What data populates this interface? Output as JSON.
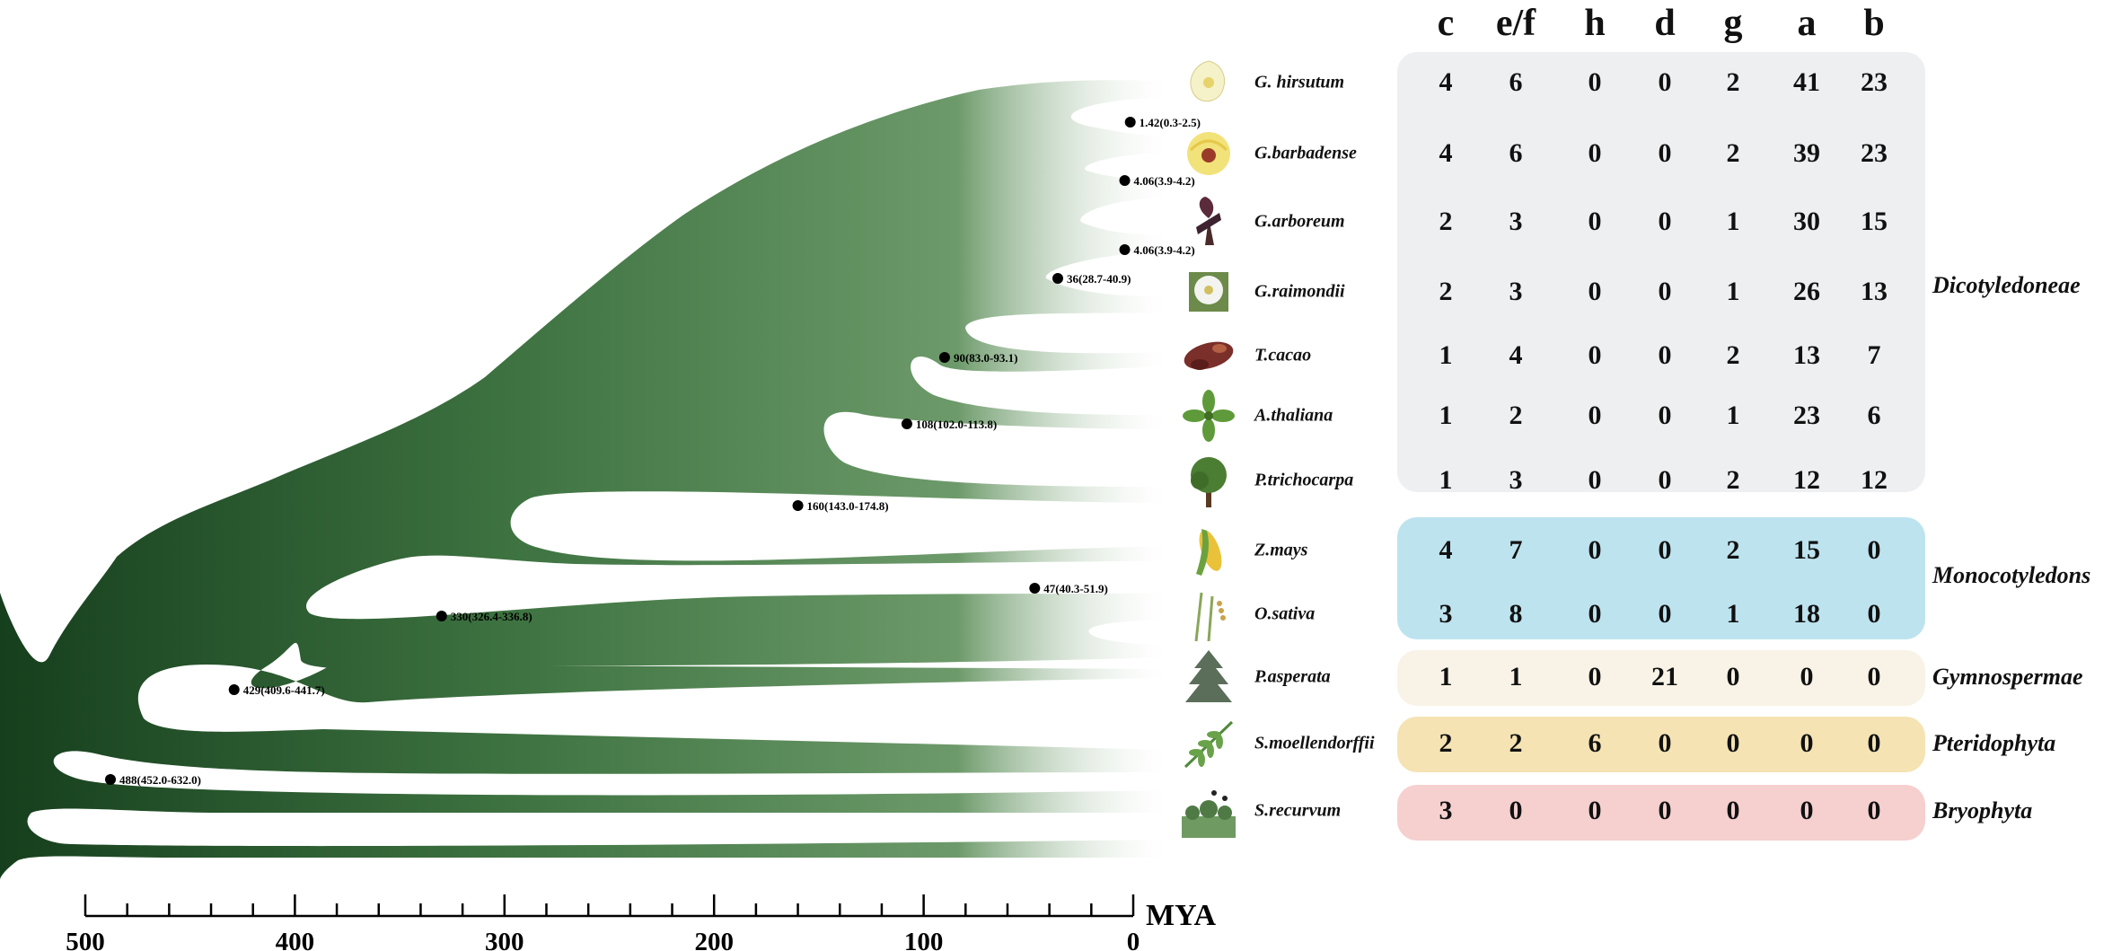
{
  "axis": {
    "unit": "MYA",
    "ticks": [
      "500",
      "400",
      "300",
      "200",
      "100",
      "0"
    ]
  },
  "nodes": [
    {
      "age_mya": 1.42,
      "label": "1.42(0.3-2.5)"
    },
    {
      "age_mya": 4.06,
      "label": "4.06(3.9-4.2)"
    },
    {
      "age_mya": 4.06,
      "label": "4.06(3.9-4.2)"
    },
    {
      "age_mya": 36,
      "label": "36(28.7-40.9)"
    },
    {
      "age_mya": 90,
      "label": "90(83.0-93.1)"
    },
    {
      "age_mya": 108,
      "label": "108(102.0-113.8)"
    },
    {
      "age_mya": 160,
      "label": "160(143.0-174.8)"
    },
    {
      "age_mya": 47,
      "label": "47(40.3-51.9)"
    },
    {
      "age_mya": 330,
      "label": "330(326.4-336.8)"
    },
    {
      "age_mya": 429,
      "label": "429(409.6-441.7)"
    },
    {
      "age_mya": 488,
      "label": "488(452.0-632.0)"
    }
  ],
  "columns": [
    "c",
    "e/f",
    "h",
    "d",
    "g",
    "a",
    "b"
  ],
  "species": [
    {
      "name": "G. hirsutum",
      "icon": "cotton-flower-icon",
      "values": [
        "4",
        "6",
        "0",
        "0",
        "2",
        "41",
        "23"
      ]
    },
    {
      "name": "G.barbadense",
      "icon": "yellow-flower-icon",
      "values": [
        "4",
        "6",
        "0",
        "0",
        "2",
        "39",
        "23"
      ]
    },
    {
      "name": "G.arboreum",
      "icon": "dark-plant-icon",
      "values": [
        "2",
        "3",
        "0",
        "0",
        "1",
        "30",
        "15"
      ]
    },
    {
      "name": "G.raimondii",
      "icon": "white-flower-icon",
      "values": [
        "2",
        "3",
        "0",
        "0",
        "1",
        "26",
        "13"
      ]
    },
    {
      "name": "T.cacao",
      "icon": "cacao-pod-icon",
      "values": [
        "1",
        "4",
        "0",
        "0",
        "2",
        "13",
        "7"
      ]
    },
    {
      "name": "A.thaliana",
      "icon": "rosette-plant-icon",
      "values": [
        "1",
        "2",
        "0",
        "0",
        "1",
        "23",
        "6"
      ]
    },
    {
      "name": "P.trichocarpa",
      "icon": "tree-icon",
      "values": [
        "1",
        "3",
        "0",
        "0",
        "2",
        "12",
        "12"
      ]
    },
    {
      "name": "Z.mays",
      "icon": "corn-icon",
      "values": [
        "4",
        "7",
        "0",
        "0",
        "2",
        "15",
        "0"
      ]
    },
    {
      "name": "O.sativa",
      "icon": "rice-icon",
      "values": [
        "3",
        "8",
        "0",
        "0",
        "1",
        "18",
        "0"
      ]
    },
    {
      "name": "P.asperata",
      "icon": "spruce-icon",
      "values": [
        "1",
        "1",
        "0",
        "21",
        "0",
        "0",
        "0"
      ]
    },
    {
      "name": "S.moellendorffii",
      "icon": "fern-icon",
      "values": [
        "2",
        "2",
        "6",
        "0",
        "0",
        "0",
        "0"
      ]
    },
    {
      "name": "S.recurvum",
      "icon": "moss-icon",
      "values": [
        "3",
        "0",
        "0",
        "0",
        "0",
        "0",
        "0"
      ]
    }
  ],
  "groups": [
    {
      "label": "Dicotyledoneae",
      "color": "#eeeff1"
    },
    {
      "label": "Monocotyledons",
      "color": "#bde3ef"
    },
    {
      "label": "Gymnospermae",
      "color": "#f8f3e6"
    },
    {
      "label": "Pteridophyta",
      "color": "#f5e3b4"
    },
    {
      "label": "Bryophyta",
      "color": "#f6cfcf"
    }
  ],
  "colors": {
    "branch_dark": "#1a4b24",
    "branch_mid": "#5a8a5a",
    "branch_tip": "#ffffff"
  }
}
